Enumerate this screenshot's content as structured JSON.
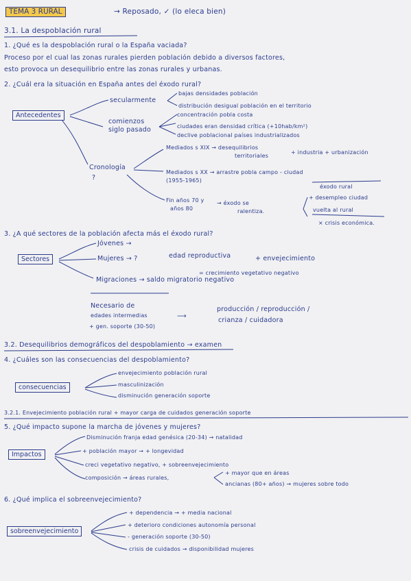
{
  "title": {
    "box": "TEMA 3 RURAL",
    "rest": "→ Reposado, ✓ (lo eleca bien)"
  },
  "s31": {
    "heading": "3.1. La despoblación rural",
    "q1": "1. ¿Qué es la despoblación rural o la España vaciada?",
    "a1_line1": "Proceso por el cual las zonas rurales pierden población debido a diversos factores,",
    "a1_line2": "esto provoca un desequilibrio entre las zonas rurales y urbanas.",
    "q2": "2. ¿Cuál era la situación en España antes del éxodo rural?",
    "antecedentes": "Antecedentes",
    "secularmente": "secularmente",
    "sec_1": "bajas densidades población",
    "sec_2": "distribución desigual población en el territorio",
    "comienzos_1": "comienzos",
    "comienzos_2": "siglo pasado",
    "com_1": "concentración pobla costa",
    "com_2": "ciudades eran densidad crítica (+10hab/km²)",
    "com_3": "declive poblacional países industrializados",
    "cronologia": "Cronología",
    "question_mark": "?",
    "c1_1": "Mediados s XIX → desequilibrios",
    "c1_2": "territoriales",
    "c1_3": "+ industria + urbanización",
    "c2_1": "Mediados s XX → arrastre pobla campo - ciudad",
    "c2_2": "(1955-1965)",
    "c2_3": "éxodo rural",
    "c3_1": "Fin años 70 y",
    "c3_2": "años 80",
    "c3_3": "→ éxodo se",
    "c3_4": "ralentiza.",
    "c3_5": "+ desempleo ciudad",
    "c3_6": "vuelta al rural",
    "c3_7": "× crisis económica."
  },
  "q3": {
    "question": "3. ¿A qué sectores de la población afecta más el éxodo rural?",
    "sectores": "Sectores",
    "jovenes": "Jóvenes →",
    "mujeres": "Mujeres → ?",
    "edad_repro": "edad reproductiva",
    "envejecimiento": "+ envejecimiento",
    "crecimiento": "= crecimiento vegetativo negativo",
    "migraciones": "Migraciones → saldo migratorio negativo",
    "necesario_1": "Necesario de",
    "necesario_2": "edades intermedias",
    "necesario_3": "+ gen. soporte (30-50)",
    "produccion_1": "producción / reproducción /",
    "produccion_2": "crianza / cuidadora"
  },
  "s32": {
    "heading": "3.2. Desequilibrios demográficos del despoblamiento → examen",
    "q4": "4. ¿Cuáles son las consecuencias del despoblamiento?",
    "consecuencias": "consecuencias",
    "con_1": "envejecimiento población rural",
    "con_2": "masculinización",
    "con_3": "disminución generación soporte"
  },
  "s321": {
    "heading": "3.2.1. Envejecimiento población rural + mayor carga de cuidados generación soporte",
    "q5": "5. ¿Qué impacto supone la marcha de jóvenes y mujeres?",
    "impactos": "Impactos",
    "imp_1": "Disminución franja edad genésica (20-34) → natalidad",
    "imp_2": "+ población mayor → + longevidad",
    "imp_3": "creci vegetativo negativo, + sobreenvejecimiento",
    "imp_4a": "composición → áreas rurales,",
    "imp_4b": "+ mayor que en áreas",
    "imp_4c": "ancianas (80+ años) → mujeres sobre todo"
  },
  "q6": {
    "question": "6. ¿Qué implica el sobreenvejecimiento?",
    "sobre": "sobreenvejecimiento",
    "sob_1": "+ dependencia → + media nacional",
    "sob_2": "+ deterioro condiciones autonomía personal",
    "sob_3": "- generación soporte (30-50)",
    "sob_4": "crisis de cuidados → disponibilidad mujeres"
  }
}
